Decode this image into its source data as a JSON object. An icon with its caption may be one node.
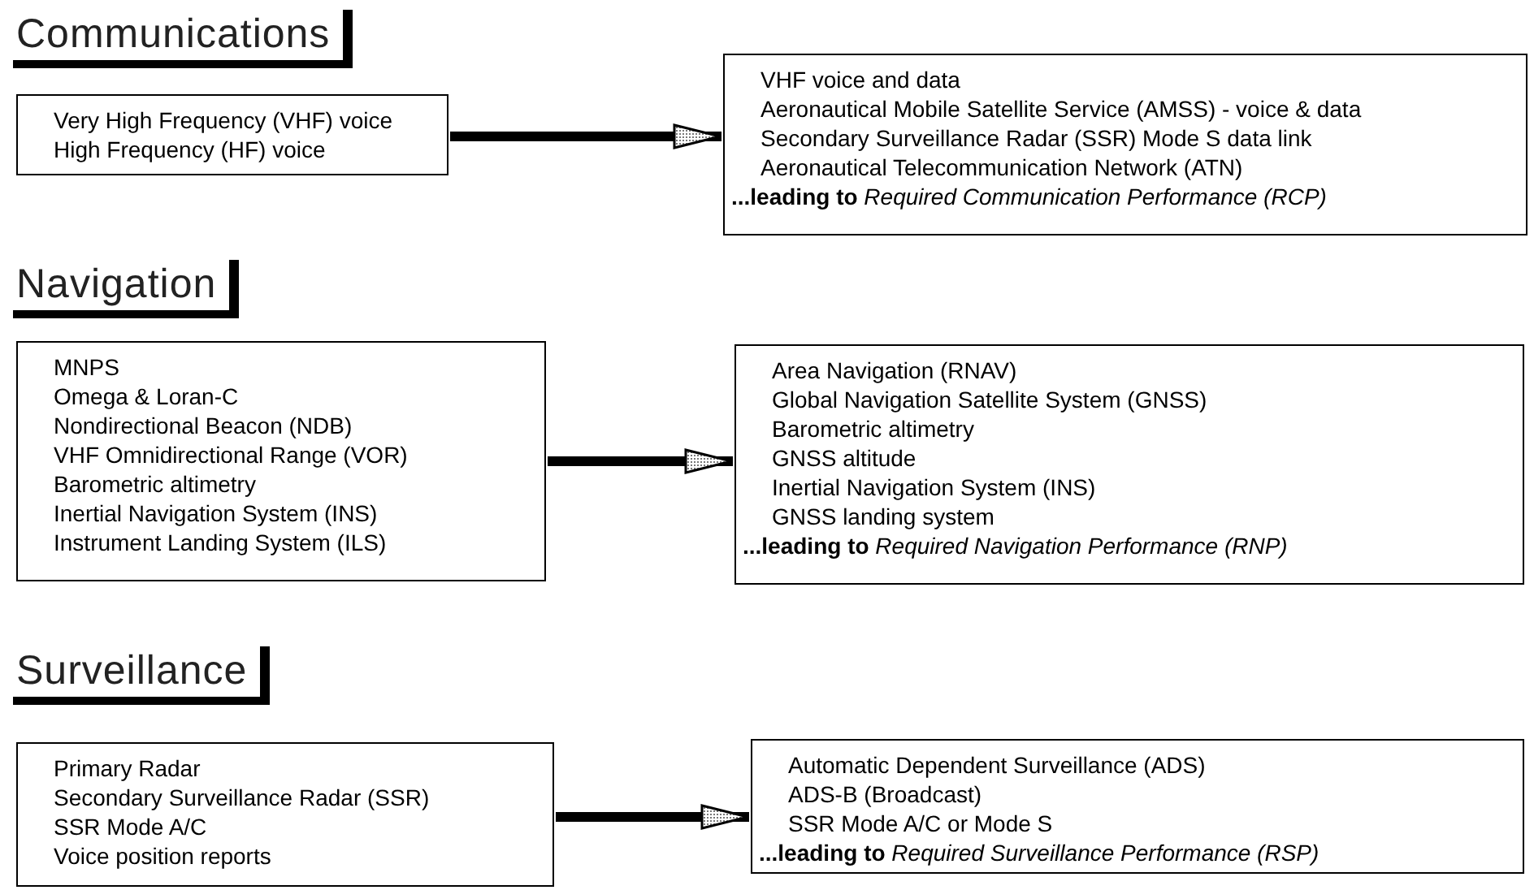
{
  "diagram": {
    "nodes": [
      {
        "text": [
          "Very High Frequency (VHF) voice",
          "High Frequency (HF) voice"
        ]
      },
      {
        "text": [
          "VHF voice and data",
          "Aeronautical Mobile Satellite Service (AMSS) - voice & data",
          "Secondary Surveillance Radar (SSR) Mode S data link",
          "Aeronautical Telecommunication Network (ATN)",
          "**...leading to** *Required Communication Performance (RCP)*"
        ]
      },
      {
        "text": [
          "MNPS",
          "Omega & Loran-C",
          "Nondirectional Beacon (NDB)",
          "VHF Omnidirectional Range (VOR)",
          "Barometric altimetry",
          "Inertial Navigation System (INS)",
          "Instrument Landing System (ILS)"
        ]
      },
      {
        "text": [
          "Area Navigation (RNAV)",
          "Global Navigation Satellite System (GNSS)",
          "Barometric altimetry",
          "GNSS altitude",
          "Inertial Navigation System (INS)",
          "GNSS landing system",
          "**...leading to** *Required Navigation Performance (RNP)*"
        ]
      },
      {
        "text": [
          "Primary Radar",
          "Secondary Surveillance Radar (SSR)",
          "SSR Mode A/C",
          "Voice position reports"
        ]
      },
      {
        "text": [
          "Automatic Dependent Surveillance (ADS)",
          "ADS-B (Broadcast)",
          "SSR Mode A/C or Mode S",
          "**...leading to** *Required Surveillance Performance (RSP)*"
        ]
      }
    ],
    "edges": [
      {
        "from": 0,
        "to": 1,
        "arrow": "to"
      },
      {
        "from": 2,
        "to": 3,
        "arrow": "to"
      },
      {
        "from": 4,
        "to": 5,
        "arrow": "to"
      }
    ],
    "labels": [
      "Communications",
      "Navigation",
      "Surveillance"
    ]
  }
}
